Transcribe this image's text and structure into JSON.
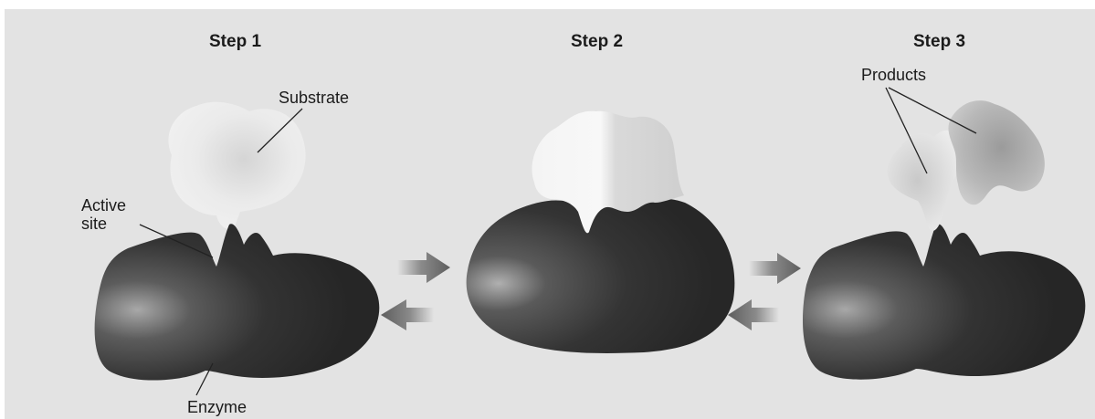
{
  "diagram": {
    "steps": [
      {
        "title": "Step 1"
      },
      {
        "title": "Step 2"
      },
      {
        "title": "Step 3"
      }
    ],
    "labels": {
      "substrate": "Substrate",
      "active_site": "Active\nsite",
      "enzyme": "Enzyme",
      "products": "Products"
    },
    "colors": {
      "background": "#e3e3e3",
      "enzyme_dark": "#2e2e2e",
      "enzyme_light": "#9a9a9a",
      "substrate": "#f2f2f2",
      "arrow": "#6f6f6f"
    }
  }
}
